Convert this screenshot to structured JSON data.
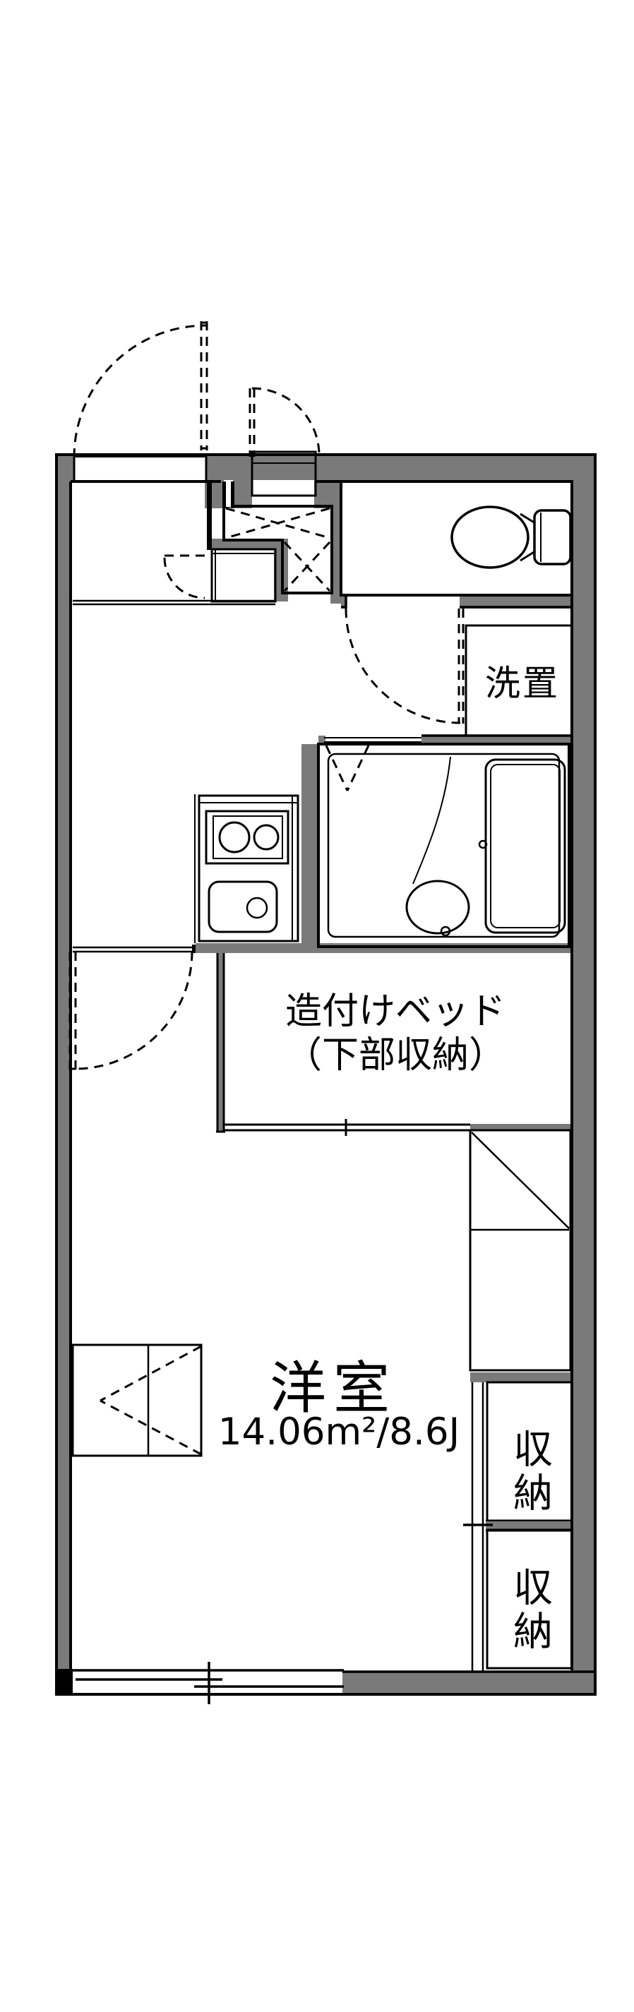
{
  "floorplan": {
    "labels": {
      "laundry": "洗置",
      "bed_line1": "造付けベッド",
      "bed_line2": "（下部収納）",
      "room": "洋室",
      "room_size": "14.06m²/8.6J",
      "closet_upper": "収納",
      "closet_lower": "収納"
    },
    "colors": {
      "wall": "#7a7a7a",
      "water": "#dce8f7",
      "storage": "#fcf1dc",
      "line": "#000000",
      "background": "#ffffff"
    }
  }
}
